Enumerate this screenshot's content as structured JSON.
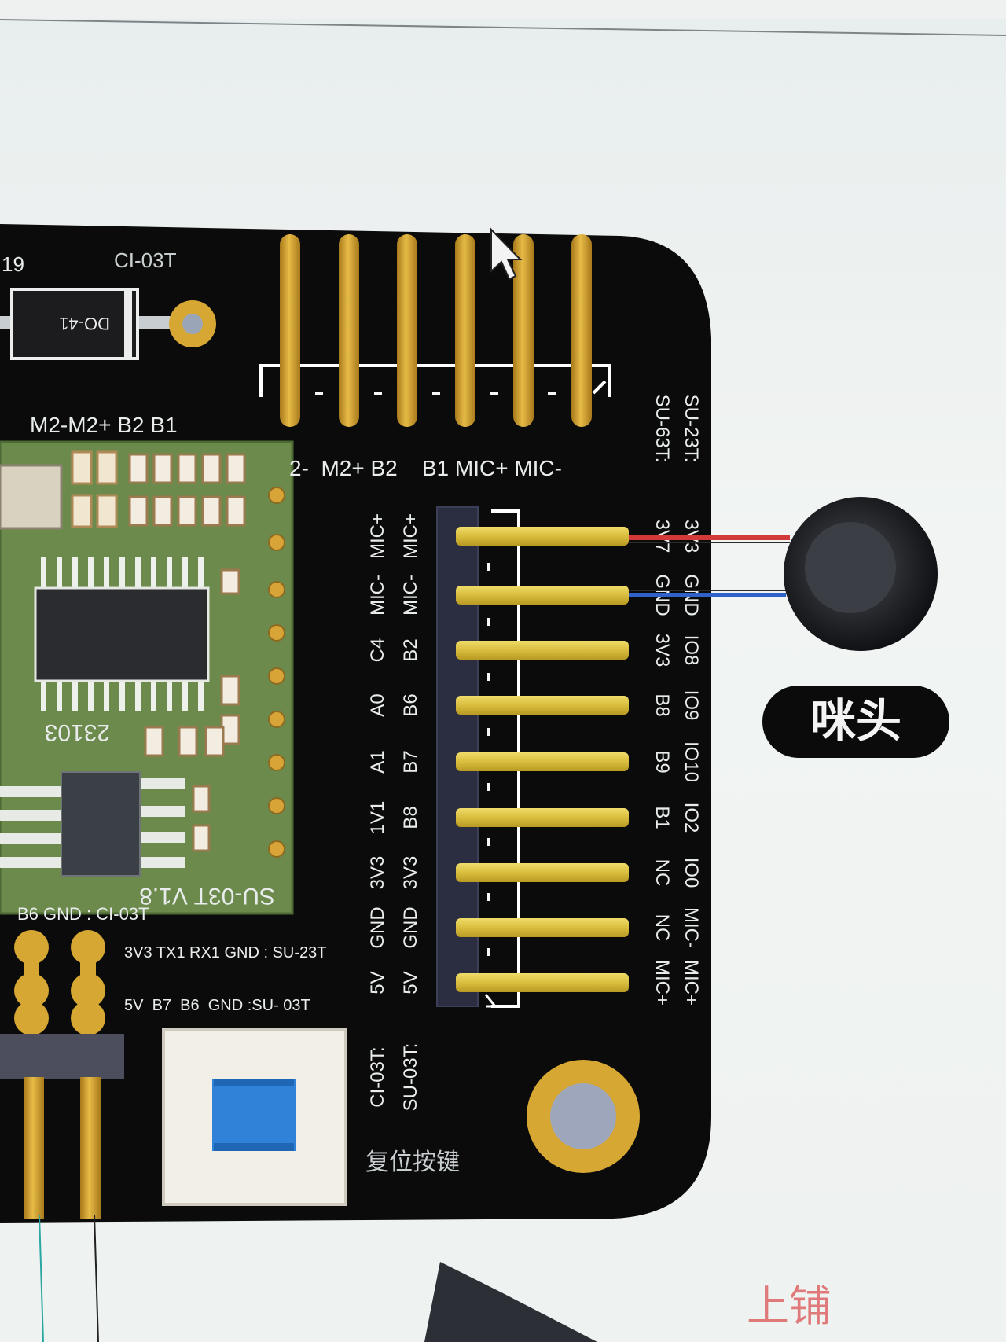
{
  "board": {
    "top_left_fragment": "19",
    "top_module_label": "CI-03T",
    "diode_package": "DO-41",
    "left_header_label": "M2-M2+ B2  B1",
    "bottom_header_label": "2-  M2+ B2    B1 MIC+ MIC-",
    "module_code": "23103",
    "module_name": "SU-03T  V1.8",
    "module_bottom_note": "B6   GND : CI-03T",
    "uart_row_1": "3V3 TX1 RX1 GND : SU-23T",
    "uart_row_2": "5V  B7  B6  GND :SU- 03T",
    "reset_button_label": "复位按键"
  },
  "left_pin_columns": [
    {
      "prefix": "CI-03T:",
      "pins": [
        "5V",
        "GND",
        "3V3",
        "1V1",
        "A1",
        "A0",
        "C4",
        "MIC-",
        "MIC+"
      ]
    },
    {
      "prefix": "SU-03T:",
      "pins": [
        "5V",
        "GND",
        "3V3",
        "B8",
        "B7",
        "B6",
        "B2",
        "MIC-",
        "MIC+"
      ]
    }
  ],
  "right_pin_columns": [
    {
      "prefix": "SU-23T:",
      "pins": [
        "MIC+",
        "MIC-",
        "IO0",
        "IO2",
        "IO10",
        "IO9",
        "IO8",
        "GND",
        "3V3"
      ]
    },
    {
      "prefix": "SU-63T:",
      "pins": [
        "MIC+",
        "NC",
        "NC",
        "B1",
        "B9",
        "B8",
        "3V3",
        "GND",
        "3V7"
      ]
    }
  ],
  "microphone": {
    "label": "咪头"
  },
  "bottom_right_text": "上铺",
  "colors": {
    "pcb_black": "#0b0b0b",
    "gold": "#d6a732",
    "yellow_pin": "#e4c94a",
    "module_green": "#6b8a4c",
    "wire_red": "#d23a3a",
    "wire_blue": "#2f62c8"
  },
  "icons": [
    "mouse-cursor-icon",
    "microphone-icon",
    "tactile-switch-icon"
  ]
}
